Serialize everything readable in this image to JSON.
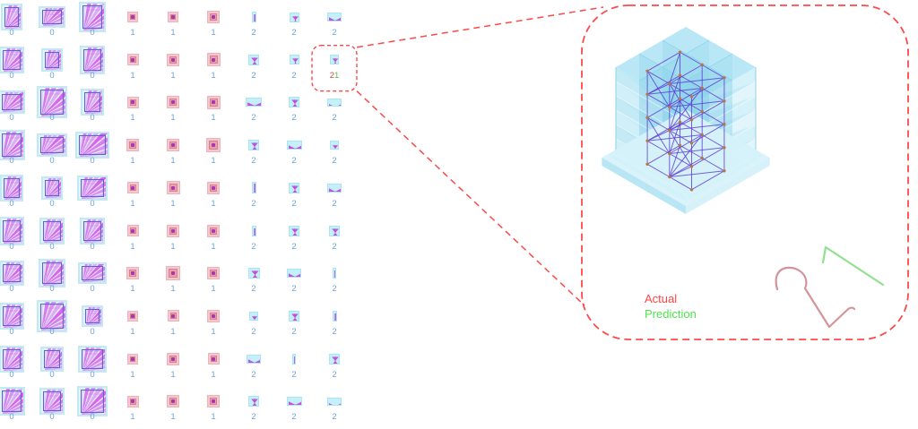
{
  "figure": {
    "title": "classification results grid with zoom callout",
    "background": "#ffffff",
    "accent_red": "#fb4a4a",
    "label_blue": "#6fa3d9",
    "classes": [
      "0",
      "1",
      "2"
    ]
  },
  "chart_data": {
    "type": "table",
    "description": "10x9 grid of sample thumbnails; number under each sample is its class label (blue). Columns 1-3 are class 0 (magenta fan patterns), columns 4-6 class 1 (pink squares), columns 7-9 class 2 (cyan bowtie marks). One highlighted sample (row 2, column 9) shows actual label 2 (red) and predicted label 1 (green).",
    "labels_grid": [
      [
        "0",
        "0",
        "0",
        "1",
        "1",
        "1",
        "2",
        "2",
        "2"
      ],
      [
        "0",
        "0",
        "0",
        "1",
        "1",
        "1",
        "2",
        "2",
        "2"
      ],
      [
        "0",
        "0",
        "0",
        "1",
        "1",
        "1",
        "2",
        "2",
        "2"
      ],
      [
        "0",
        "0",
        "0",
        "1",
        "1",
        "1",
        "2",
        "2",
        "2"
      ],
      [
        "0",
        "0",
        "0",
        "1",
        "1",
        "1",
        "2",
        "2",
        "2"
      ],
      [
        "0",
        "0",
        "0",
        "1",
        "1",
        "1",
        "2",
        "2",
        "2"
      ],
      [
        "0",
        "0",
        "0",
        "1",
        "1",
        "1",
        "2",
        "2",
        "2"
      ],
      [
        "0",
        "0",
        "0",
        "1",
        "1",
        "1",
        "2",
        "2",
        "2"
      ],
      [
        "0",
        "0",
        "0",
        "1",
        "1",
        "1",
        "2",
        "2",
        "2"
      ],
      [
        "0",
        "0",
        "0",
        "1",
        "1",
        "1",
        "2",
        "2",
        "2"
      ]
    ],
    "misclassified_cell": {
      "row": 2,
      "col": 9,
      "actual": "2",
      "prediction": "1"
    }
  },
  "grid": {
    "rows": [
      [
        {
          "l": "0",
          "t": "fan",
          "w": 24,
          "h": 30
        },
        {
          "l": "0",
          "t": "fan",
          "w": 30,
          "h": 24
        },
        {
          "l": "0",
          "t": "fan",
          "w": 30,
          "h": 34
        },
        {
          "l": "1",
          "t": "dot",
          "w": 12,
          "h": 12
        },
        {
          "l": "1",
          "t": "dot",
          "w": 12,
          "h": 12
        },
        {
          "l": "1",
          "t": "dot",
          "w": 14,
          "h": 14
        },
        {
          "l": "2",
          "t": "bow",
          "v": "i",
          "w": 5,
          "h": 12
        },
        {
          "l": "2",
          "t": "bow",
          "v": "x",
          "w": 11,
          "h": 11
        },
        {
          "l": "2",
          "t": "bow",
          "v": "xw",
          "w": 16,
          "h": 10
        }
      ],
      [
        {
          "l": "0",
          "t": "fan",
          "w": 28,
          "h": 30
        },
        {
          "l": "0",
          "t": "fan",
          "w": 24,
          "h": 26
        },
        {
          "l": "0",
          "t": "fan",
          "w": 28,
          "h": 32
        },
        {
          "l": "1",
          "t": "dot",
          "w": 13,
          "h": 13
        },
        {
          "l": "1",
          "t": "dot",
          "w": 14,
          "h": 14
        },
        {
          "l": "1",
          "t": "dot",
          "w": 15,
          "h": 15
        },
        {
          "l": "2",
          "t": "bow",
          "v": "x",
          "w": 12,
          "h": 12
        },
        {
          "l": "2",
          "t": "bow",
          "v": "x",
          "w": 11,
          "h": 11
        },
        {
          "l": "2",
          "t": "bow",
          "v": "x",
          "w": 10,
          "h": 11
        }
      ],
      [
        {
          "l": "0",
          "t": "fan",
          "w": 30,
          "h": 26
        },
        {
          "l": "0",
          "t": "fan",
          "w": 34,
          "h": 36
        },
        {
          "l": "0",
          "t": "fan",
          "w": 26,
          "h": 30
        },
        {
          "l": "1",
          "t": "dot",
          "w": 13,
          "h": 13
        },
        {
          "l": "1",
          "t": "dot",
          "w": 14,
          "h": 14
        },
        {
          "l": "1",
          "t": "dot",
          "w": 15,
          "h": 15
        },
        {
          "l": "2",
          "t": "bow",
          "v": "xw",
          "w": 18,
          "h": 10
        },
        {
          "l": "2",
          "t": "bow",
          "v": "x",
          "w": 12,
          "h": 12
        },
        {
          "l": "2",
          "t": "bow",
          "v": "xw",
          "w": 16,
          "h": 9
        }
      ],
      [
        {
          "l": "0",
          "t": "fan",
          "w": 30,
          "h": 34
        },
        {
          "l": "0",
          "t": "fan",
          "w": 34,
          "h": 26
        },
        {
          "l": "0",
          "t": "fan",
          "w": 38,
          "h": 30
        },
        {
          "l": "1",
          "t": "dot",
          "w": 14,
          "h": 14
        },
        {
          "l": "1",
          "t": "dot",
          "w": 14,
          "h": 14
        },
        {
          "l": "1",
          "t": "dot",
          "w": 16,
          "h": 16
        },
        {
          "l": "2",
          "t": "bow",
          "v": "x",
          "w": 12,
          "h": 12
        },
        {
          "l": "2",
          "t": "bow",
          "v": "xw",
          "w": 17,
          "h": 10
        },
        {
          "l": "2",
          "t": "bow",
          "v": "x",
          "w": 10,
          "h": 10
        }
      ],
      [
        {
          "l": "0",
          "t": "fan",
          "w": 26,
          "h": 30
        },
        {
          "l": "0",
          "t": "fan",
          "w": 24,
          "h": 26
        },
        {
          "l": "0",
          "t": "fan",
          "w": 34,
          "h": 28
        },
        {
          "l": "1",
          "t": "dot",
          "w": 13,
          "h": 13
        },
        {
          "l": "1",
          "t": "dot",
          "w": 15,
          "h": 15
        },
        {
          "l": "1",
          "t": "dot",
          "w": 14,
          "h": 14
        },
        {
          "l": "2",
          "t": "bow",
          "v": "i",
          "w": 5,
          "h": 13
        },
        {
          "l": "2",
          "t": "bow",
          "v": "x",
          "w": 12,
          "h": 12
        },
        {
          "l": "2",
          "t": "bow",
          "v": "xw",
          "w": 16,
          "h": 10
        }
      ],
      [
        {
          "l": "0",
          "t": "fan",
          "w": 28,
          "h": 32
        },
        {
          "l": "0",
          "t": "fan",
          "w": 28,
          "h": 30
        },
        {
          "l": "0",
          "t": "fan",
          "w": 28,
          "h": 30
        },
        {
          "l": "1",
          "t": "dot",
          "w": 13,
          "h": 13
        },
        {
          "l": "1",
          "t": "dot",
          "w": 14,
          "h": 14
        },
        {
          "l": "1",
          "t": "dot",
          "w": 14,
          "h": 14
        },
        {
          "l": "2",
          "t": "bow",
          "v": "i",
          "w": 5,
          "h": 12
        },
        {
          "l": "2",
          "t": "bow",
          "v": "x",
          "w": 12,
          "h": 12
        },
        {
          "l": "2",
          "t": "bow",
          "v": "x",
          "w": 12,
          "h": 12
        }
      ],
      [
        {
          "l": "0",
          "t": "fan",
          "w": 28,
          "h": 28
        },
        {
          "l": "0",
          "t": "fan",
          "w": 30,
          "h": 32
        },
        {
          "l": "0",
          "t": "fan",
          "w": 32,
          "h": 24
        },
        {
          "l": "1",
          "t": "dot",
          "w": 14,
          "h": 14
        },
        {
          "l": "1",
          "t": "dot",
          "w": 16,
          "h": 16
        },
        {
          "l": "1",
          "t": "dot",
          "w": 14,
          "h": 14
        },
        {
          "l": "2",
          "t": "bow",
          "v": "x",
          "w": 13,
          "h": 12
        },
        {
          "l": "2",
          "t": "bow",
          "v": "xw",
          "w": 16,
          "h": 10
        },
        {
          "l": "2",
          "t": "bow",
          "v": "i",
          "w": 4,
          "h": 12
        }
      ],
      [
        {
          "l": "0",
          "t": "fan",
          "w": 28,
          "h": 30
        },
        {
          "l": "0",
          "t": "fan",
          "w": 34,
          "h": 36
        },
        {
          "l": "0",
          "t": "fan",
          "w": 24,
          "h": 24
        },
        {
          "l": "1",
          "t": "dot",
          "w": 12,
          "h": 12
        },
        {
          "l": "1",
          "t": "dot",
          "w": 13,
          "h": 13
        },
        {
          "l": "1",
          "t": "dot",
          "w": 14,
          "h": 14
        },
        {
          "l": "2",
          "t": "bow",
          "v": "x",
          "w": 10,
          "h": 10
        },
        {
          "l": "2",
          "t": "bow",
          "v": "x",
          "w": 12,
          "h": 12
        },
        {
          "l": "2",
          "t": "bow",
          "v": "i",
          "w": 5,
          "h": 12
        }
      ],
      [
        {
          "l": "0",
          "t": "fan",
          "w": 28,
          "h": 30
        },
        {
          "l": "0",
          "t": "fan",
          "w": 26,
          "h": 28
        },
        {
          "l": "0",
          "t": "fan",
          "w": 32,
          "h": 30
        },
        {
          "l": "1",
          "t": "dot",
          "w": 12,
          "h": 12
        },
        {
          "l": "1",
          "t": "dot",
          "w": 14,
          "h": 14
        },
        {
          "l": "1",
          "t": "dot",
          "w": 13,
          "h": 13
        },
        {
          "l": "2",
          "t": "bow",
          "v": "xw",
          "w": 16,
          "h": 10
        },
        {
          "l": "2",
          "t": "bow",
          "v": "i",
          "w": 4,
          "h": 12
        },
        {
          "l": "2",
          "t": "bow",
          "v": "x",
          "w": 12,
          "h": 12
        }
      ],
      [
        {
          "l": "0",
          "t": "fan",
          "w": 30,
          "h": 32
        },
        {
          "l": "0",
          "t": "fan",
          "w": 28,
          "h": 30
        },
        {
          "l": "0",
          "t": "fan",
          "w": 34,
          "h": 34
        },
        {
          "l": "1",
          "t": "dot",
          "w": 13,
          "h": 13
        },
        {
          "l": "1",
          "t": "dot",
          "w": 14,
          "h": 14
        },
        {
          "l": "1",
          "t": "dot",
          "w": 14,
          "h": 14
        },
        {
          "l": "2",
          "t": "bow",
          "v": "x",
          "w": 12,
          "h": 12
        },
        {
          "l": "2",
          "t": "bow",
          "v": "xw",
          "w": 17,
          "h": 10
        },
        {
          "l": "2",
          "t": "bow",
          "v": "xw",
          "w": 16,
          "h": 9
        }
      ]
    ]
  },
  "highlight": {
    "row_index": 1,
    "col_index": 8,
    "actual": "2",
    "prediction": "1",
    "actual_color": "#c14b48",
    "prediction_color": "#58bf4a"
  },
  "callout": {
    "legend": {
      "actual_label": "Actual",
      "prediction_label": "Prediction",
      "actual_color": "#ff4343",
      "prediction_color": "#4ee44e"
    },
    "digits": {
      "actual_digit": "2",
      "prediction_digit": "1",
      "actual_color": "#d4949c",
      "prediction_color": "#90e090"
    }
  },
  "structure": {
    "name": "translucent voxel block with embedded lattice graph",
    "face_color": "#7ed3ec",
    "top_color": "#b5e6f6",
    "edge_color": "#5a35d5",
    "node_color": "#bb7544"
  }
}
